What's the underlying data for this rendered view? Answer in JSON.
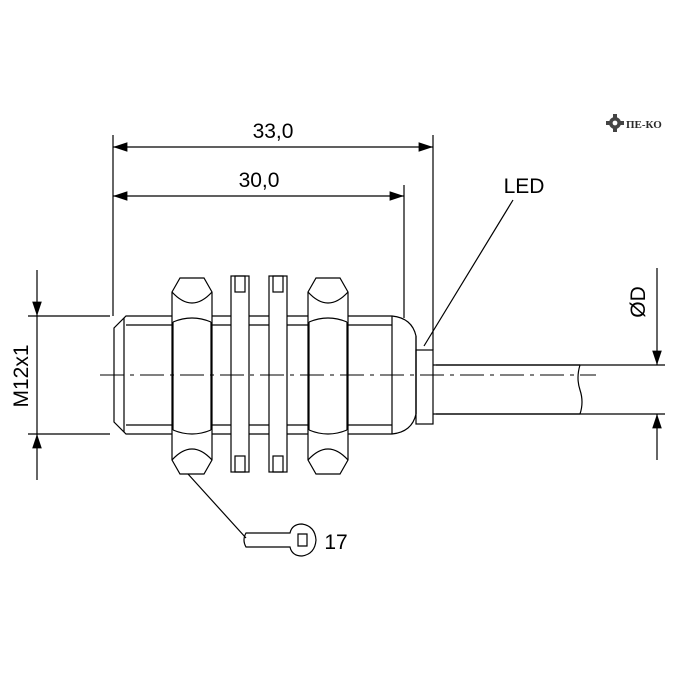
{
  "dimensions": {
    "overall_length": "33,0",
    "thread_length": "30,0",
    "thread": "M12x1",
    "cable_diameter": "ØD",
    "wrench_size": "17"
  },
  "labels": {
    "led": "LED"
  },
  "logo": {
    "text": "ПЕ-КО",
    "icon": "gear-icon"
  },
  "colors": {
    "line": "#000000",
    "background": "#ffffff"
  }
}
